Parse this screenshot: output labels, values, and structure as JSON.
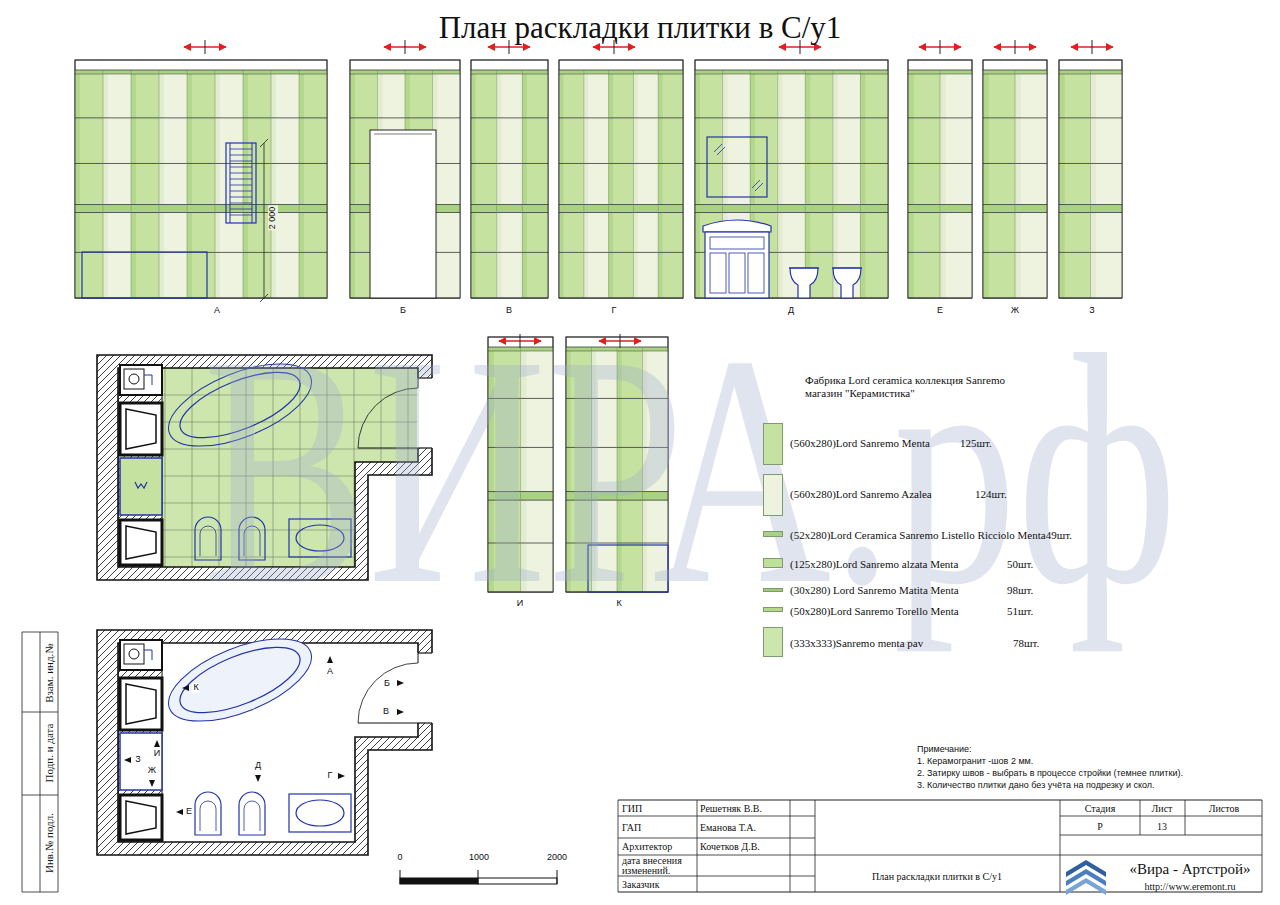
{
  "diagram": {
    "title": "План раскладки плитки в С/у1",
    "labels": [
      "А",
      "Б",
      "В",
      "Г",
      "Д",
      "Е",
      "Ж",
      "З",
      "2 000",
      "И",
      "К",
      "Фабрика Lord ceramica коллекция Sanremo",
      "магазин \"Керамистика\"",
      "125шт.",
      "124шт.",
      "50шт.",
      "98шт.",
      "51шт.",
      "78шт.",
      "Примечание:",
      "1. Керамогранит -шов 2 мм.",
      "2. Затирку швов - выбрать в процессе стройки (темнее плитки).",
      "3. Количество плитки дано без учёта на подрезку и скол.",
      "А",
      "Б",
      "В",
      "Г",
      "Д",
      "Е",
      "К",
      "И",
      "З",
      "Ж",
      "0",
      "1000",
      "2000",
      "ГИП",
      "Решетняк В.В.",
      "ГАП",
      "Еманова Т.А.",
      "Архитектор",
      "Кочетков Д.В.",
      "дата внесения изменений.",
      "Заказчик",
      "Стадия",
      "Лист",
      "Листов",
      "Р",
      "13",
      "План раскладки плитки в С/у1",
      "«Вира - Артстрой»",
      "http://www.eremont.ru",
      "Взам. инд.№",
      "Подп. и дата",
      "Инв.№ подл.",
      "ВИРА.рф"
    ],
    "legend": [
      {
        "text": "(560x280)Lord Sanremo Menta",
        "color": "#c6e2a0"
      },
      {
        "text": "(560x280)Lord Sanremo Azalea",
        "color": "#eef3e0"
      },
      {
        "text": "(52x280)Lord Ceramica Sanremo Listello Ricciolo Menta49шт.",
        "color": "#a9d383"
      },
      {
        "text": "(125x280)Lord Sanremo alzata Menta",
        "color": "#bde09a"
      },
      {
        "text": "(30x280) Lord Sanremo Matita Menta",
        "color": "#9fcb78"
      },
      {
        "text": "(50x280)Lord Sanremo Torello Menta",
        "color": "#b2d98c"
      },
      {
        "text": "(333x333)Sanremo menta pav",
        "color": "#cde6ae"
      }
    ]
  }
}
